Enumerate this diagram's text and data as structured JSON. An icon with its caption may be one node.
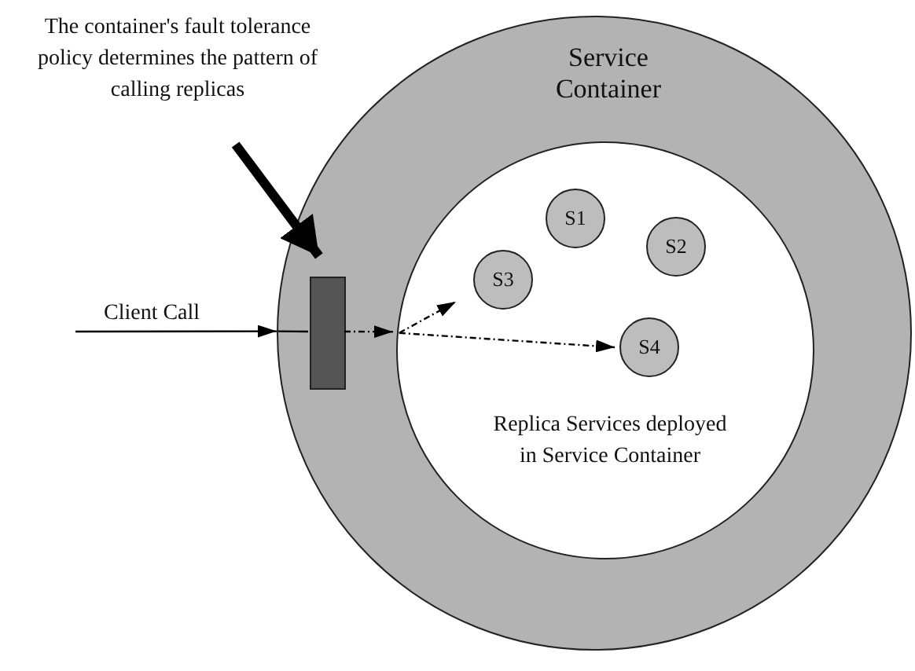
{
  "diagram": {
    "nodes": [
      {
        "text": [
          "The container's fault tolerance policy determines the pattern of calling replicas"
        ]
      },
      {
        "text": [
          "Service Container"
        ]
      },
      {
        "text": [],
        "shape": "box",
        "in": 1
      },
      {
        "text": [
          "Replica Services deployed in Service Container"
        ],
        "in": 1
      },
      {
        "text": [
          "S1"
        ],
        "in": 3
      },
      {
        "text": [
          "S2"
        ],
        "in": 3
      },
      {
        "text": [
          "S3"
        ],
        "in": 3
      },
      {
        "text": [
          "S4"
        ],
        "in": 3
      }
    ],
    "edges": [
      {
        "from": 0,
        "to": 2,
        "arrow": "to",
        "style": "thick"
      },
      {
        "from": null,
        "to": 1,
        "arrow": "to",
        "label": "Client Call"
      },
      {
        "from": 1,
        "to": 2,
        "arrow": "none"
      },
      {
        "from": 2,
        "to": 3,
        "arrow": "to",
        "style": "dashed"
      },
      {
        "from": 3,
        "to": 6,
        "arrow": "to",
        "style": "dashed"
      },
      {
        "from": 3,
        "to": 7,
        "arrow": "to",
        "style": "dashed"
      }
    ]
  }
}
